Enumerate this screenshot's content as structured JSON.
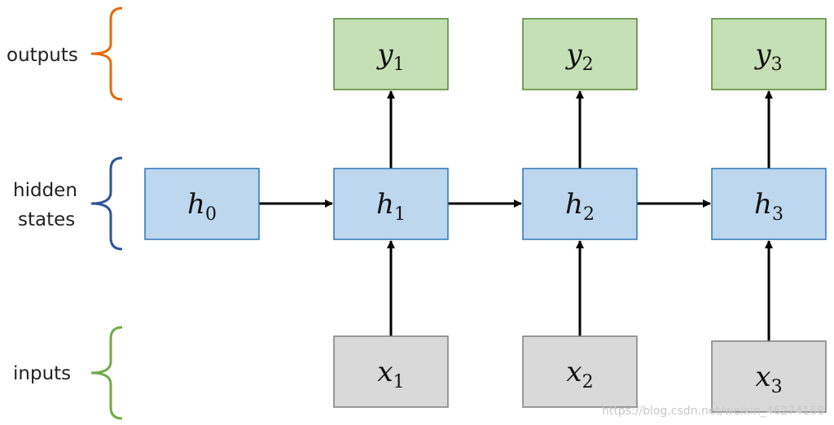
{
  "labels": {
    "outputs": "outputs",
    "hidden_line1": "hidden",
    "hidden_line2": "states",
    "inputs": "inputs"
  },
  "nodes": {
    "y1": {
      "base": "y",
      "sub": "1"
    },
    "y2": {
      "base": "y",
      "sub": "2"
    },
    "y3": {
      "base": "y",
      "sub": "3"
    },
    "h0": {
      "base": "h",
      "sub": "0"
    },
    "h1": {
      "base": "h",
      "sub": "1"
    },
    "h2": {
      "base": "h",
      "sub": "2"
    },
    "h3": {
      "base": "h",
      "sub": "3"
    },
    "x1": {
      "base": "x",
      "sub": "1"
    },
    "x2": {
      "base": "x",
      "sub": "2"
    },
    "x3": {
      "base": "x",
      "sub": "3"
    }
  },
  "colors": {
    "output_fill": "#c5e0b4",
    "output_stroke": "#548235",
    "hidden_fill": "#bdd7ee",
    "hidden_stroke": "#2e75b6",
    "input_fill": "#d9d9d9",
    "input_stroke": "#7f7f7f",
    "outputs_brace": "#e46c0a",
    "hidden_brace": "#2f5597",
    "inputs_brace": "#70ad47",
    "arrow": "#000000"
  },
  "watermark": "https://blog.csdn.net/weixin_46274168"
}
